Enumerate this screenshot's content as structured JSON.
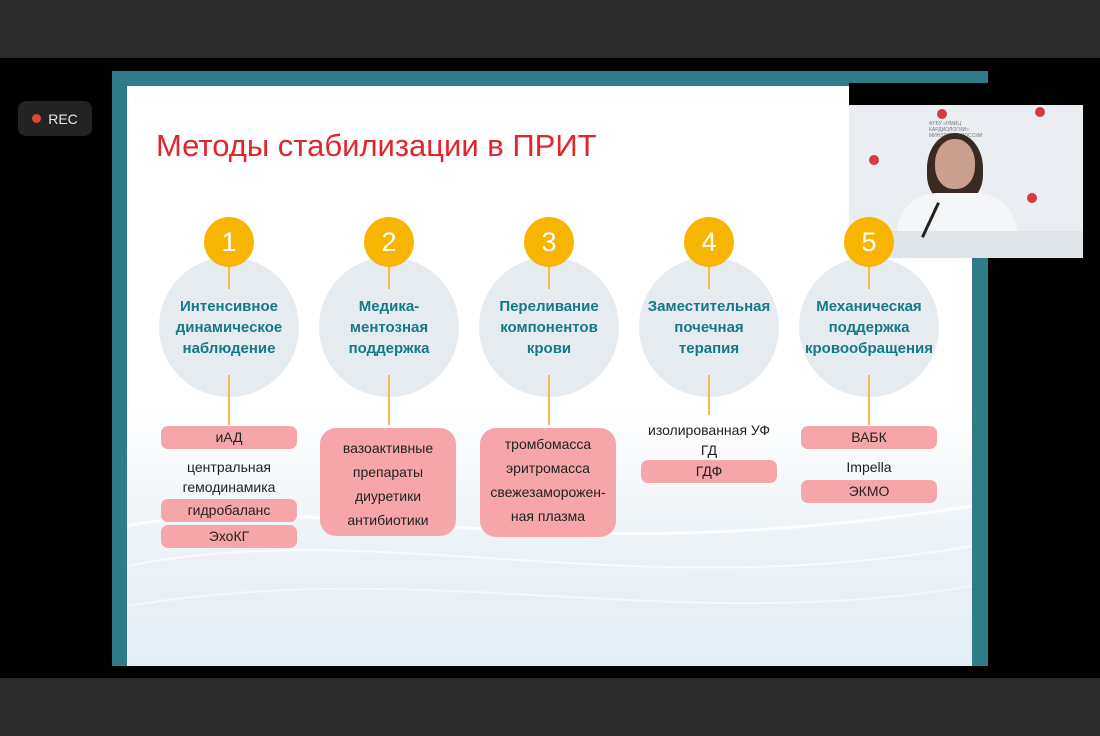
{
  "recording": {
    "label": "REC"
  },
  "slide": {
    "title": "Методы стабилизации в ПРИТ",
    "columns": [
      {
        "number": "1",
        "heading": "Интенсивное\nдинамическое\nнаблюдение"
      },
      {
        "number": "2",
        "heading": "Медика-\nментозная\nподдержка"
      },
      {
        "number": "3",
        "heading": "Переливание\nкомпонентов\nкрови"
      },
      {
        "number": "4",
        "heading": "Заместительная\nпочечная\nтерапия"
      },
      {
        "number": "5",
        "heading": "Механическая\nподдержка\nкровообращения"
      }
    ],
    "col1_items": {
      "iad": "иАД",
      "central": "центральная",
      "hemo": "гемодинамика",
      "hydro": "гидробаланс",
      "echo": "ЭхоКГ"
    },
    "col2_items": {
      "vaso": "вазоактивные",
      "preps": "препараты",
      "diur": "диуретики",
      "antib": "антибиотики"
    },
    "col3_items": {
      "trombo": "тромбомасса",
      "eritro": "эритромасса",
      "fresh1": "свежезаморожен-",
      "fresh2": "ная плазма"
    },
    "col4_items": {
      "isolated": "изолированная УФ",
      "gd": "ГД",
      "gdf": "ГДФ"
    },
    "col5_items": {
      "vabk": "ВАБК",
      "impella": "Impella",
      "ecmo": "ЭКМО"
    }
  },
  "webcam": {
    "backdrop_text": "ФГБУ «НМИЦ КАРДИОЛОГИИ» МИНЗДРАВА РОССИИ"
  },
  "colors": {
    "title": "#e3242b",
    "badge": "#f7b500",
    "heading": "#137a86",
    "pill": "#f6a6ab",
    "frame": "#2f7c88"
  }
}
